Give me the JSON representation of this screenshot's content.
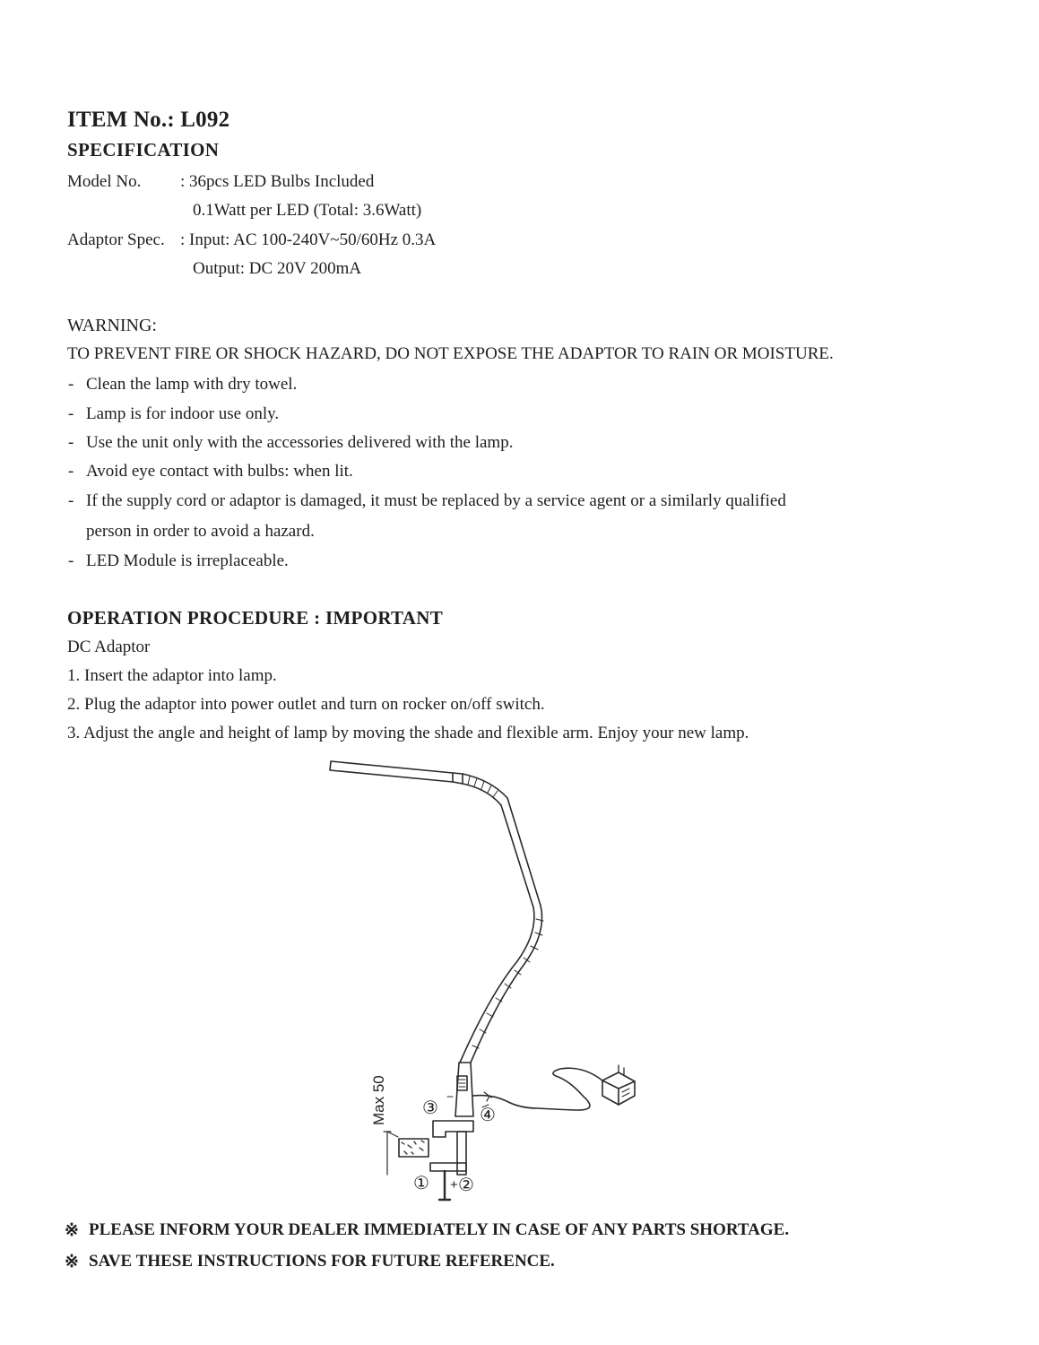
{
  "header": {
    "item_no": "ITEM No.: L092",
    "spec_title": "SPECIFICATION"
  },
  "spec": {
    "model_label": "Model No.",
    "model_value_1": ": 36pcs LED Bulbs Included",
    "model_value_2": "0.1Watt per LED (Total: 3.6Watt)",
    "adaptor_label": "Adaptor Spec.",
    "adaptor_value_1": ": Input: AC 100-240V~50/60Hz 0.3A",
    "adaptor_value_2": "Output: DC 20V 200mA"
  },
  "warning": {
    "title": "WARNING:",
    "headline": "TO PREVENT FIRE OR SHOCK HAZARD, DO NOT EXPOSE THE ADAPTOR TO RAIN OR MOISTURE.",
    "bullet_marker": "-",
    "items": [
      "Clean the lamp with dry towel.",
      "Lamp is for indoor use only.",
      "Use the unit only with the accessories delivered with the lamp.",
      "Avoid eye contact with bulbs: when lit.",
      "If the supply cord or adaptor is damaged, it must be replaced by a service agent or a similarly qualified",
      "person in order to avoid a hazard.",
      "LED Module is irreplaceable."
    ]
  },
  "operation": {
    "title": "OPERATION PROCEDURE : IMPORTANT",
    "subtitle": "DC Adaptor",
    "steps": [
      "1. Insert the adaptor into lamp.",
      "2. Plug the adaptor into power outlet and turn on rocker on/off switch.",
      "3. Adjust the angle and height of lamp by moving the shade and flexible arm. Enjoy your new lamp."
    ]
  },
  "diagram": {
    "max_label": "Max 50",
    "callout_1": "①",
    "callout_2": "②",
    "callout_3": "③",
    "callout_4": "④",
    "plus_sign": "+"
  },
  "footer": {
    "marker": "※",
    "notes": [
      "PLEASE INFORM YOUR DEALER IMMEDIATELY IN CASE OF ANY PARTS SHORTAGE.",
      "SAVE THESE INSTRUCTIONS FOR FUTURE REFERENCE."
    ]
  }
}
